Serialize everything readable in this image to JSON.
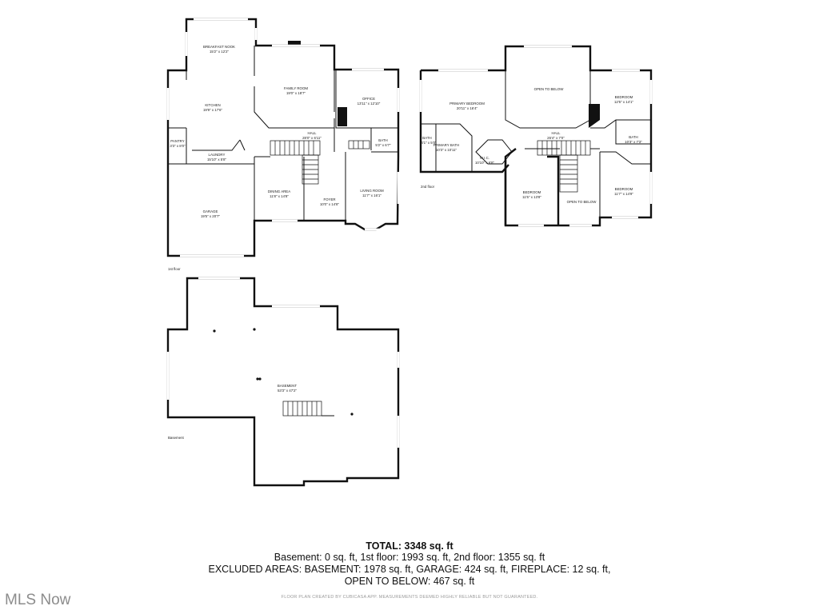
{
  "floors": {
    "first": {
      "label": "1st floor",
      "rooms": [
        {
          "key": "breakfast",
          "name": "BREAKFAST NOOK",
          "dim": "15'2\" x 12'2\""
        },
        {
          "key": "kitchen",
          "name": "KITCHEN",
          "dim": "19'9\" x 17'6\""
        },
        {
          "key": "family",
          "name": "FAMILY ROOM",
          "dim": "19'0\" x 18'7\""
        },
        {
          "key": "office",
          "name": "OFFICE",
          "dim": "13'11\" x 12'10\""
        },
        {
          "key": "pantry",
          "name": "PANTRY",
          "dim": "3'3\" x 8'0\""
        },
        {
          "key": "laundry",
          "name": "LAUNDRY",
          "dim": "15'10\" x 5'8\""
        },
        {
          "key": "hall",
          "name": "HALL",
          "dim": "28'0\" x 6'11\""
        },
        {
          "key": "bath",
          "name": "BATH",
          "dim": "5'2\" x 6'7\""
        },
        {
          "key": "dining",
          "name": "DINING AREA",
          "dim": "11'8\" x 14'8\""
        },
        {
          "key": "foyer",
          "name": "FOYER",
          "dim": "10'0\" x 14'8\""
        },
        {
          "key": "living",
          "name": "LIVING ROOM",
          "dim": "11'7\" x 16'1\""
        },
        {
          "key": "garage",
          "name": "GARAGE",
          "dim": "19'5\" x 20'7\""
        }
      ]
    },
    "second": {
      "label": "2nd floor",
      "rooms": [
        {
          "key": "primary_bed",
          "name": "PRIMARY BEDROOM",
          "dim": "20'11\" x 16'4\""
        },
        {
          "key": "open_below_top",
          "name": "OPEN TO BELOW",
          "dim": ""
        },
        {
          "key": "bedroom_tr",
          "name": "BEDROOM",
          "dim": "12'5\" x 14'1\""
        },
        {
          "key": "bath_small",
          "name": "BATH",
          "dim": "4'1\" x 5'0\""
        },
        {
          "key": "primary_bath",
          "name": "PRIMARY BATH",
          "dim": "10'3\" x 10'11\""
        },
        {
          "key": "wic",
          "name": "W.I.C.",
          "dim": "10'10\" x 6'8\""
        },
        {
          "key": "hall2",
          "name": "HALL",
          "dim": "26'4\" x 7'0\""
        },
        {
          "key": "bath2",
          "name": "BATH",
          "dim": "10'3\" x 7'3\""
        },
        {
          "key": "bedroom_mid",
          "name": "BEDROOM",
          "dim": "11'5\" x 13'8\""
        },
        {
          "key": "open_below_bottom",
          "name": "OPEN TO BELOW",
          "dim": ""
        },
        {
          "key": "bedroom_br",
          "name": "BEDROOM",
          "dim": "11'7\" x 14'9\""
        }
      ]
    },
    "basement": {
      "label": "Basement",
      "rooms": [
        {
          "key": "basement",
          "name": "BASEMENT",
          "dim": "53'3\" x 47'2\""
        }
      ]
    }
  },
  "summary": {
    "total": "TOTAL: 3348 sq. ft",
    "line1": "Basement: 0 sq. ft, 1st floor: 1993 sq. ft, 2nd floor: 1355 sq. ft",
    "line2": "EXCLUDED AREAS: BASEMENT: 1978 sq. ft, GARAGE: 424 sq. ft, FIREPLACE: 12 sq. ft,",
    "line3": "OPEN TO BELOW: 467 sq. ft"
  },
  "disclaimer": "FLOOR PLAN CREATED BY CUBICASA APP. MEASUREMENTS DEEMED HIGHLY RELIABLE BUT NOT GUARANTEED.",
  "logo": "MLS Now"
}
